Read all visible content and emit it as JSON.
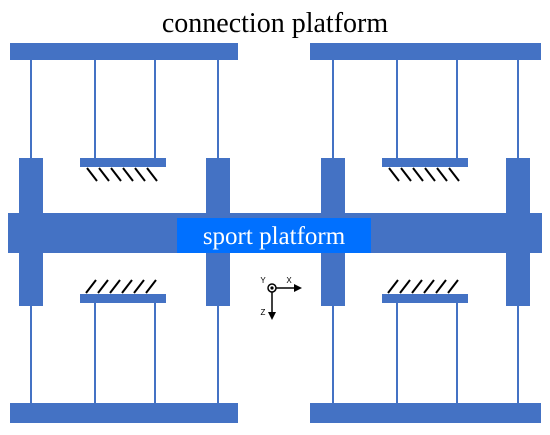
{
  "diagram": {
    "title": "connection platform",
    "center_label": "sport platform",
    "axes": {
      "x": "X",
      "y": "Y",
      "z": "Z"
    },
    "colors": {
      "structure": "#4472c4",
      "label_background": "#0070ff",
      "label_text": "#ffffff",
      "title_text": "#000000",
      "hatch": "#000000",
      "background": "#ffffff"
    }
  }
}
